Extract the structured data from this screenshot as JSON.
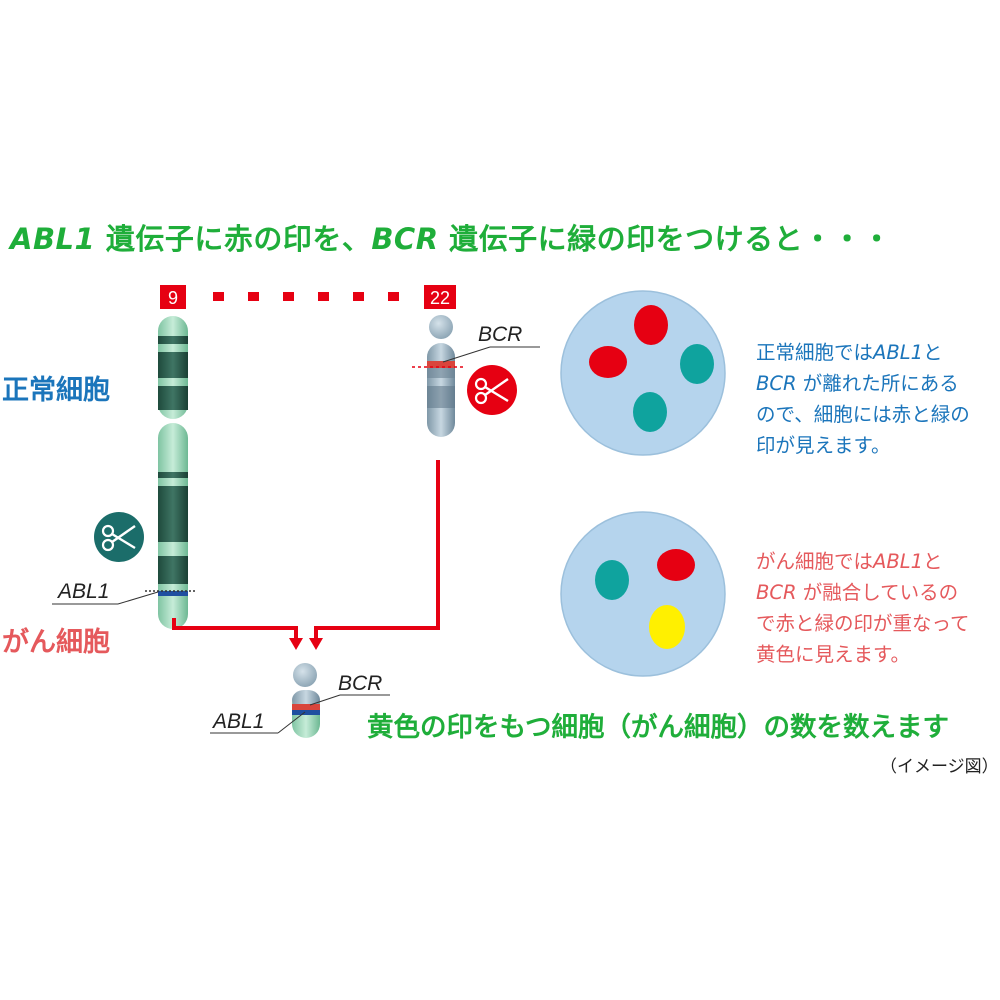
{
  "title": {
    "gene1": "ABL1",
    "part1": " 遺伝子に赤の印を、",
    "gene2": "BCR",
    "part2": " 遺伝子に緑の印をつけると・・・"
  },
  "labels": {
    "normal_cell": "正常細胞",
    "cancer_cell": "がん細胞"
  },
  "chromosomes": {
    "chr9_number": "9",
    "chr22_number": "22",
    "bcr_label": "BCR",
    "abl1_label": "ABL1",
    "fusion_bcr_label": "BCR",
    "fusion_abl1_label": "ABL1"
  },
  "normal_description": {
    "line1_pre": "正常細胞では",
    "line1_gene": "ABL1",
    "line1_post": "と",
    "line2_gene": "BCR",
    "line2_post": " が離れた所にある",
    "line3": "ので、細胞には赤と緑の",
    "line4": "印が見えます。"
  },
  "cancer_description": {
    "line1_pre": "がん細胞では",
    "line1_gene": "ABL1",
    "line1_post": "と",
    "line2_gene": "BCR",
    "line2_post": " が融合しているの",
    "line3": "で赤と緑の印が重なって",
    "line4": "黄色に見えます。"
  },
  "bottom_text": "黄色の印をもつ細胞（がん細胞）の数を数えます",
  "caption": "（イメージ図）",
  "colors": {
    "title_green": "#1fae3a",
    "normal_blue": "#1b75bb",
    "cancer_red": "#e5595c",
    "arrow_red": "#e60012",
    "cell_fill": "#b5d4ed",
    "red_dot": "#e60012",
    "teal_dot": "#0fa39e",
    "yellow_dot": "#fff000",
    "scissors_teal": "#1b6d6a"
  },
  "icons": {
    "scissors_teal": "scissors-icon",
    "scissors_red": "scissors-icon"
  }
}
